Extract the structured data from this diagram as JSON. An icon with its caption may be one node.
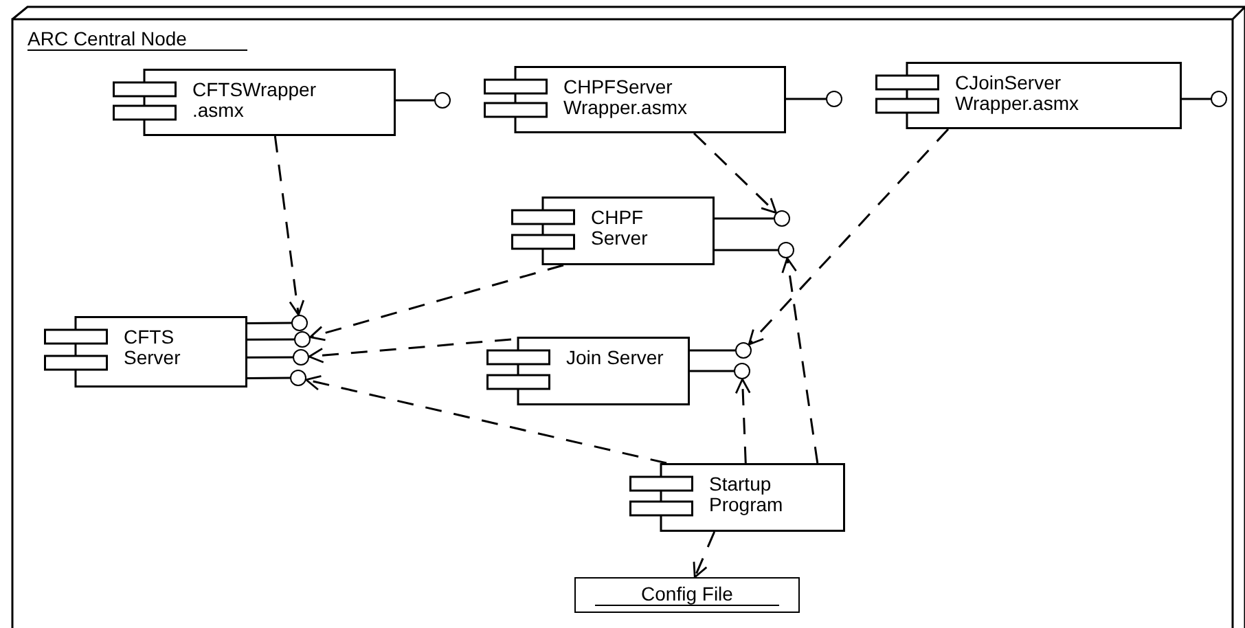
{
  "diagram": {
    "nodes": [
      {
        "text": [
          "ARC Central Node"
        ]
      },
      {
        "text": [
          "CFTSWrapper .asmx"
        ],
        "in": 0
      },
      {
        "text": [
          "CHPFServer Wrapper.asmx"
        ],
        "in": 0
      },
      {
        "text": [
          "CJoinServer Wrapper.asmx"
        ],
        "in": 0
      },
      {
        "text": [
          "CHPF Server"
        ],
        "in": 0
      },
      {
        "text": [
          "CFTS Server"
        ],
        "in": 0
      },
      {
        "text": [
          "Join Server"
        ],
        "in": 0
      },
      {
        "text": [
          "Startup Program"
        ],
        "in": 0
      },
      {
        "text": [
          "Config File"
        ],
        "in": 0
      },
      {
        "text": [],
        "shape": "circle",
        "in": 0
      },
      {
        "text": [],
        "shape": "circle",
        "in": 0
      },
      {
        "text": [],
        "shape": "circle",
        "in": 0
      },
      {
        "text": [],
        "shape": "circle",
        "in": 0
      },
      {
        "text": [],
        "shape": "circle",
        "in": 0
      },
      {
        "text": [],
        "shape": "circle",
        "in": 0
      },
      {
        "text": [],
        "shape": "circle",
        "in": 0
      },
      {
        "text": [],
        "shape": "circle",
        "in": 0
      },
      {
        "text": [],
        "shape": "circle",
        "in": 0
      },
      {
        "text": [],
        "shape": "circle",
        "in": 0
      },
      {
        "text": [],
        "shape": "circle",
        "in": 0
      }
    ],
    "edges": [
      {
        "from": 1,
        "to": 9,
        "arrow": "none"
      },
      {
        "from": 2,
        "to": 10,
        "arrow": "none"
      },
      {
        "from": 3,
        "to": 11,
        "arrow": "none"
      },
      {
        "from": 4,
        "to": 12,
        "arrow": "none"
      },
      {
        "from": 4,
        "to": 13,
        "arrow": "none"
      },
      {
        "from": 5,
        "to": 14,
        "arrow": "none"
      },
      {
        "from": 5,
        "to": 15,
        "arrow": "none"
      },
      {
        "from": 5,
        "to": 16,
        "arrow": "none"
      },
      {
        "from": 5,
        "to": 17,
        "arrow": "none"
      },
      {
        "from": 6,
        "to": 18,
        "arrow": "none"
      },
      {
        "from": 6,
        "to": 19,
        "arrow": "none"
      },
      {
        "from": 1,
        "to": 14,
        "arrow": "to",
        "style": "dashed"
      },
      {
        "from": 2,
        "to": 12,
        "arrow": "to",
        "style": "dashed"
      },
      {
        "from": 3,
        "to": 18,
        "arrow": "to",
        "style": "dashed"
      },
      {
        "from": 4,
        "to": 15,
        "arrow": "to",
        "style": "dashed"
      },
      {
        "from": 6,
        "to": 16,
        "arrow": "to",
        "style": "dashed"
      },
      {
        "from": 7,
        "to": 17,
        "arrow": "to",
        "style": "dashed"
      },
      {
        "from": 7,
        "to": 19,
        "arrow": "to",
        "style": "dashed"
      },
      {
        "from": 7,
        "to": 13,
        "arrow": "to",
        "style": "dashed"
      },
      {
        "from": 7,
        "to": 8,
        "arrow": "to",
        "style": "dashed"
      }
    ]
  }
}
